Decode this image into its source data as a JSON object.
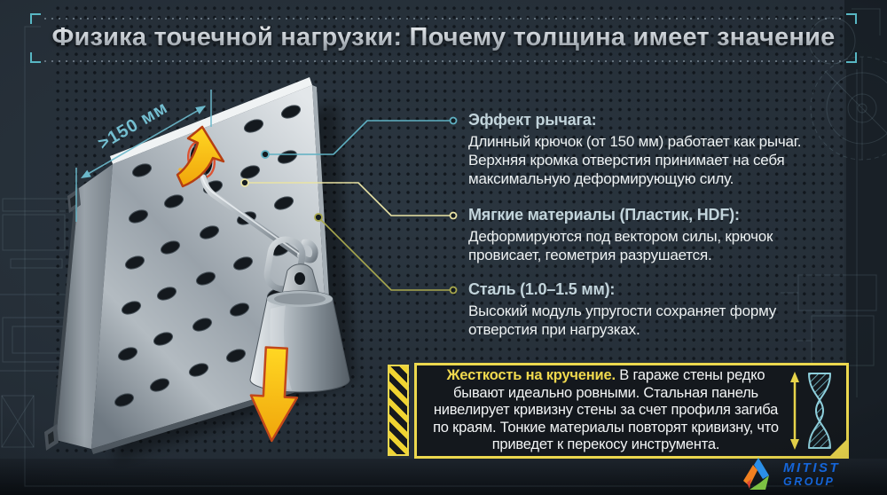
{
  "title": "Физика точечной нагрузки: Почему толщина имеет значение",
  "illustration": {
    "dimension_label": ">150 мм"
  },
  "callouts": [
    {
      "heading": "Эффект рычага:",
      "body": "Длинный крючок (от 150 мм) работает как рычаг. Верхняя кромка отверстия принимает на себя максимальную деформирующую силу.",
      "accent": "#5fb0c2"
    },
    {
      "heading": "Мягкие материалы (Пластик, HDF):",
      "body": "Деформируются под вектором силы, крючок провисает, геометрия разрушается.",
      "accent": "#e9e3a4"
    },
    {
      "heading": "Сталь (1.0–1.5 мм):",
      "body": "Высокий модуль упругости сохраняет форму отверстия при нагрузках.",
      "accent": "#a8a84d"
    }
  ],
  "warning": {
    "title": "Жесткость на кручение.",
    "body": "В гараже стены редко бывают идеально ровными. Стальная панель нивелирует кривизну стены за счет профиля загиба по краям. Тонкие материалы повторят кривизну, что приведет к перекосу инструмента."
  },
  "logo": {
    "line1": "MITIST",
    "line2": "GROUP"
  },
  "colors": {
    "background": "#242d36",
    "accent_cyan": "#5fb0c2",
    "accent_pale_yellow": "#e9e3a4",
    "accent_olive": "#a8a84d",
    "warning_yellow": "#ecd84e",
    "arrow_yellow": "#ffc413",
    "arrow_outline": "#c2481a",
    "deformation_red": "#e04724",
    "logo_blue": "#1565d8"
  }
}
